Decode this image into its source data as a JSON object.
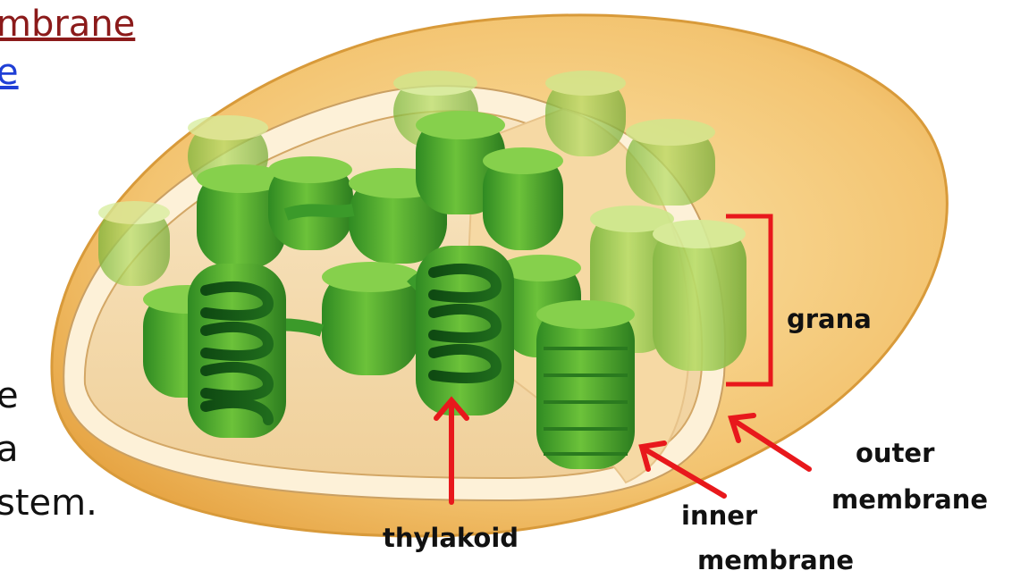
{
  "slide": {
    "fragment_line1": "mbrane",
    "fragment_line2": "e",
    "fragment_line3": "e",
    "fragment_line4": "a",
    "fragment_line5": "stem."
  },
  "labels": {
    "grana": "grana",
    "thylakoid": "thylakoid",
    "outer_line1": "outer",
    "outer_line2": "membrane",
    "inner_line1": "inner",
    "inner_line2": "membrane"
  },
  "colors": {
    "link_dark_red": "#8b1a1a",
    "link_blue": "#1f3fd6",
    "annotation_red": "#e8181c",
    "envelope": "#f2be63",
    "stroma": "#f6dcb0",
    "granum_green": "#3f9e2c",
    "granum_light": "#8fcf4a"
  }
}
